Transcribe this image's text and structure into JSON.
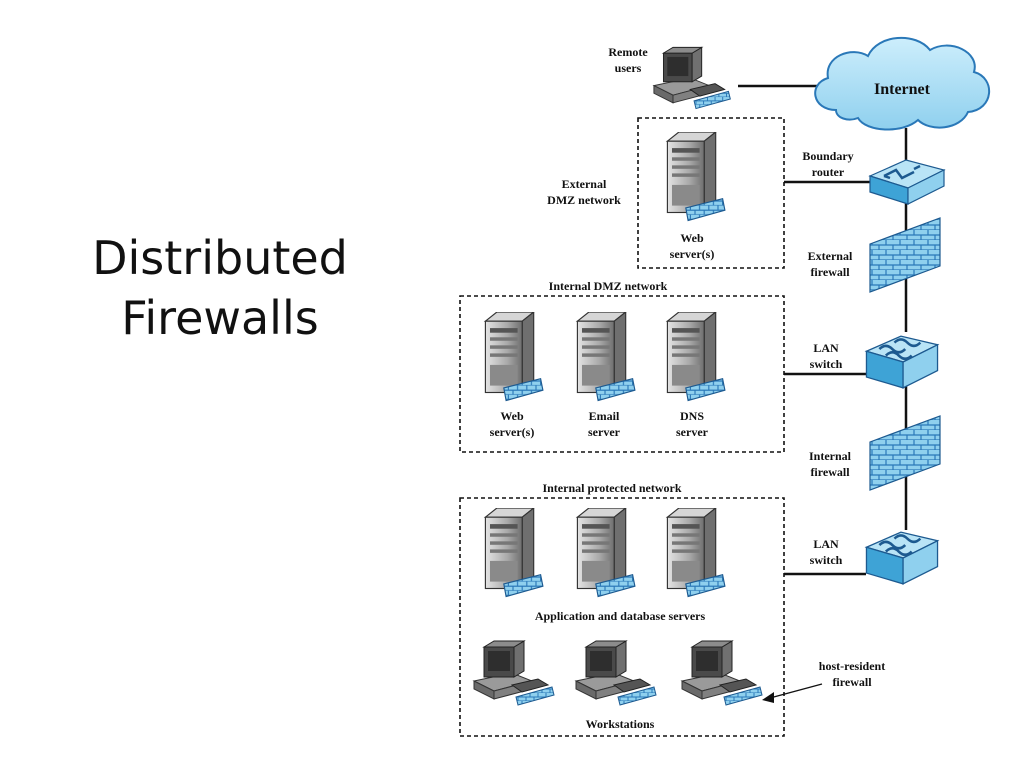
{
  "slide": {
    "title_line1": "Distributed",
    "title_line2": "Firewalls"
  },
  "diagram": {
    "remote_users": [
      "Remote",
      "users"
    ],
    "internet": "Internet",
    "boundary_router": [
      "Boundary",
      "router"
    ],
    "external_dmz": [
      "External",
      "DMZ network"
    ],
    "external_web": [
      "Web",
      "server(s)"
    ],
    "external_firewall": [
      "External",
      "firewall"
    ],
    "internal_dmz_title": "Internal DMZ network",
    "dmz_web": [
      "Web",
      "server(s)"
    ],
    "dmz_email": [
      "Email",
      "server"
    ],
    "dmz_dns": [
      "DNS",
      "server"
    ],
    "lan_switch_1": [
      "LAN",
      "switch"
    ],
    "internal_firewall": [
      "Internal",
      "firewall"
    ],
    "internal_protected_title": "Internal protected network",
    "lan_switch_2": [
      "LAN",
      "switch"
    ],
    "app_servers": "Application and database servers",
    "workstations": "Workstations",
    "host_resident": [
      "host-resident",
      "firewall"
    ]
  },
  "colors": {
    "accent_blue": "#8fd0ee",
    "dark_blue": "#2a78b8",
    "server_gray": "#b8b8b8",
    "line": "#111111"
  }
}
